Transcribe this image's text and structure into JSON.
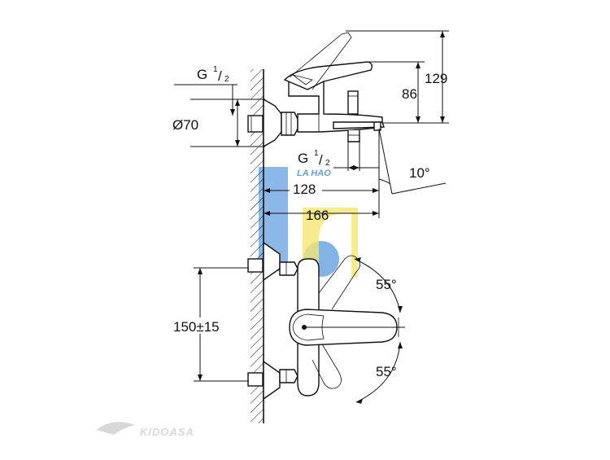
{
  "dimensions": {
    "height_total": "129",
    "height_spout": "86",
    "thread_top_g": "G",
    "thread_top_frac_num": "1",
    "thread_top_frac_den": "2",
    "flange_diameter": "Ø70",
    "thread_bottom_g": "G",
    "thread_bottom_frac_num": "1",
    "thread_bottom_frac_den": "2",
    "spout_angle": "10°",
    "projection_body": "128",
    "projection_spout": "166",
    "handle_angle_top": "55°",
    "handle_angle_bottom": "55°",
    "center_distance": "150±15"
  },
  "watermarks": {
    "center_logo": "LA HAO",
    "bottom_logo": "KIDOASA"
  },
  "colors": {
    "watermark_blue": "#4a90d9",
    "watermark_yellow": "#f2e35a",
    "line": "#111111"
  }
}
